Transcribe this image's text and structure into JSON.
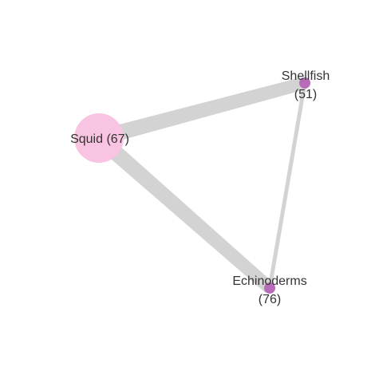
{
  "graph": {
    "nodes": [
      {
        "id": "squid",
        "label_lines": [
          "Squid (67)"
        ],
        "color": "#f9c4e1",
        "size": "large"
      },
      {
        "id": "shellfish",
        "label_lines": [
          "Shellfish",
          "(51)"
        ],
        "color": "#b66cb8",
        "size": "small"
      },
      {
        "id": "echinoderms",
        "label_lines": [
          "Echinoderms",
          "(76)"
        ],
        "color": "#b66cb8",
        "size": "small"
      }
    ],
    "edges": [
      {
        "source": "squid",
        "target": "shellfish",
        "weight": "heavy"
      },
      {
        "source": "squid",
        "target": "echinoderms",
        "weight": "heavy"
      },
      {
        "source": "shellfish",
        "target": "echinoderms",
        "weight": "light"
      }
    ],
    "edge_color": "#d3d3d3"
  }
}
